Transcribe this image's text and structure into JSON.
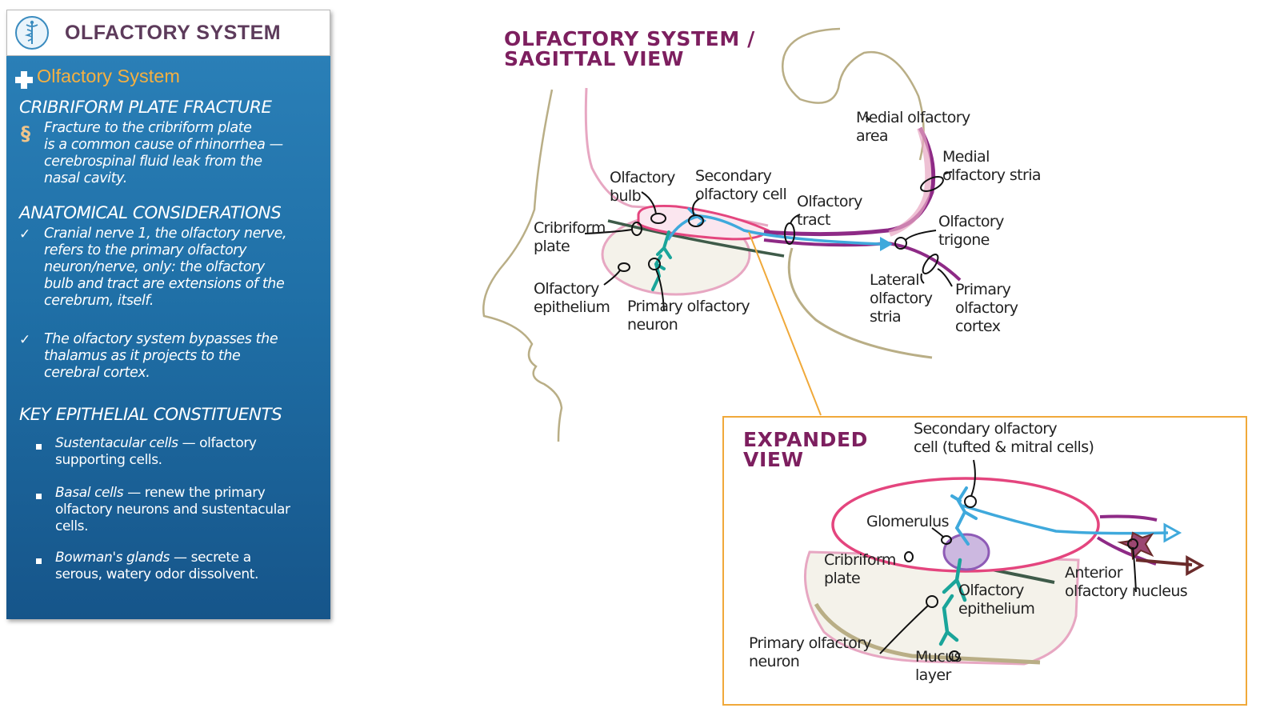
{
  "panel": {
    "title": "OLFACTORY SYSTEM",
    "section_heading": "Olfactory System",
    "cribriform_title": "CRIBRIFORM PLATE FRACTURE",
    "cribriform_lines": [
      "Fracture to the cribriform plate",
      "is a common cause of rhinorrhea —",
      "cerebrospinal fluid leak from the",
      "nasal cavity."
    ],
    "anatomical_title": "ANATOMICAL CONSIDERATIONS",
    "anatomical_point1": [
      "Cranial nerve 1, the olfactory nerve,",
      "refers to the primary olfactory",
      "neuron/nerve, only: the olfactory",
      "bulb and tract are extensions of the",
      "cerebrum, itself."
    ],
    "anatomical_point2": [
      "The olfactory system bypasses the",
      "thalamus as it projects to the",
      "cerebral cortex."
    ],
    "epithelial_title": "KEY EPITHELIAL CONSTITUENTS",
    "constituents": [
      {
        "term": "Sustentacular cells",
        "rest1": " — olfactory",
        "rest2": "supporting cells.",
        "rest3": ""
      },
      {
        "term": "Basal cells",
        "rest1": " — renew the primary",
        "rest2": "olfactory neurons and sustentacular",
        "rest3": "cells."
      },
      {
        "term": "Bowman's glands",
        "rest1": " — secrete a",
        "rest2": "serous, watery odor dissolvent.",
        "rest3": ""
      }
    ]
  },
  "sagittal": {
    "title_line1": "OLFACTORY SYSTEM /",
    "title_line2": "SAGITTAL VIEW",
    "labels": {
      "medial_area_1": "Medial olfactory",
      "medial_area_2": "area",
      "medial_stria_1": "Medial",
      "medial_stria_2": "olfactory stria",
      "bulb_1": "Olfactory",
      "bulb_2": "bulb",
      "secondary_1": "Secondary",
      "secondary_2": "olfactory cell",
      "tract_1": "Olfactory",
      "tract_2": "tract",
      "trigone_1": "Olfactory",
      "trigone_2": "trigone",
      "cribriform_1": "Cribriform",
      "cribriform_2": "plate",
      "epithelium_1": "Olfactory",
      "epithelium_2": "epithelium",
      "primary_1": "Primary olfactory",
      "primary_2": "neuron",
      "lateral_1": "Lateral",
      "lateral_2": "olfactory",
      "lateral_3": "stria",
      "cortex_1": "Primary",
      "cortex_2": "olfactory",
      "cortex_3": "cortex"
    }
  },
  "expanded": {
    "title_line1": "EXPANDED",
    "title_line2": "VIEW",
    "labels": {
      "secondary_1": "Secondary olfactory",
      "secondary_2": "cell (tufted & mitral cells)",
      "glomerulus": "Glomerulus",
      "cribriform_1": "Cribriform",
      "cribriform_2": "plate",
      "anterior_1": "Anterior",
      "anterior_2": "olfactory nucleus",
      "epithelium_1": "Olfactory",
      "epithelium_2": "epithelium",
      "primary_1": "Primary olfactory",
      "primary_2": "neuron",
      "mucus_1": "Mucus",
      "mucus_2": "layer"
    }
  },
  "colors": {
    "pink": "#e4457e",
    "light_pink": "#e7a7c2",
    "purple": "#8e2a86",
    "blue": "#3fa9dc",
    "teal": "#1aa59a",
    "green": "#3e5b49",
    "tan": "#b9ae86",
    "orange": "#f0a93a",
    "title_purple": "#7d1f5f",
    "panel_blue": "#1f6fa6"
  }
}
